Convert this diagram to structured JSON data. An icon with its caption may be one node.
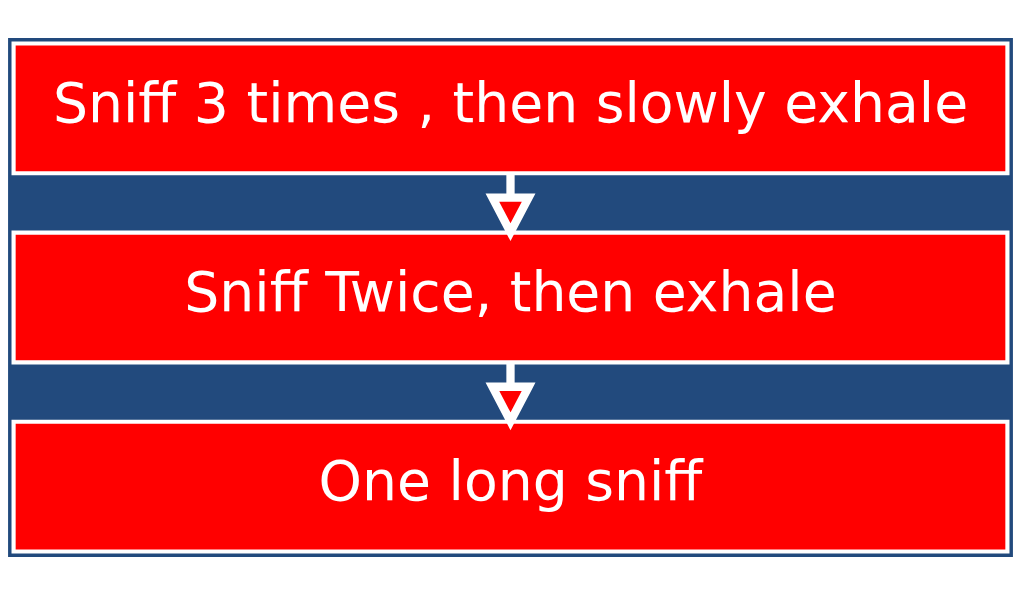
{
  "diagram": {
    "nodes": [
      {
        "text": [
          "Sniff 3 times , then slowly exhale"
        ]
      },
      {
        "text": [
          "Sniff Twice, then exhale"
        ]
      },
      {
        "text": [
          "One long sniff"
        ]
      }
    ],
    "edges": [
      {
        "from": 0,
        "to": 1,
        "arrow": "to"
      },
      {
        "from": 1,
        "to": 2,
        "arrow": "to"
      }
    ]
  }
}
